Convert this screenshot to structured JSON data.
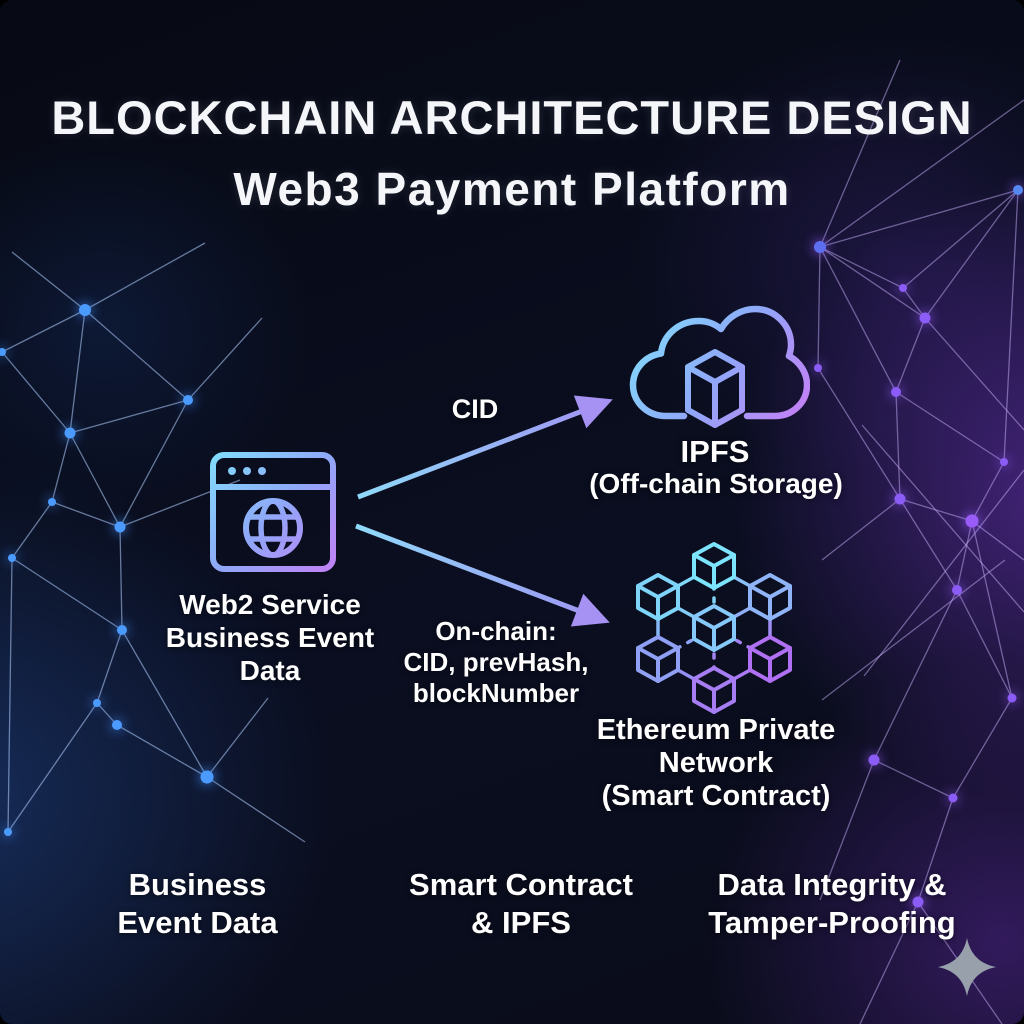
{
  "title": "BLOCKCHAIN ARCHITECTURE DESIGN",
  "subtitle": "Web3 Payment Platform",
  "flow": {
    "source": {
      "icon": "browser-globe-icon",
      "label_lines": [
        "Web2 Service",
        "Business Event",
        "Data"
      ]
    },
    "arrows": {
      "to_ipfs": {
        "label": "CID"
      },
      "to_ethereum": {
        "label_lines": [
          "On-chain:",
          "CID, prevHash,",
          "blockNumber"
        ]
      }
    },
    "ipfs": {
      "icon": "cloud-cube-icon",
      "title": "IPFS",
      "subtitle": "(Off-chain Storage)"
    },
    "ethereum": {
      "icon": "blockchain-network-icon",
      "label_lines": [
        "Ethereum Private",
        "Network",
        "(Smart Contract)"
      ]
    }
  },
  "footer": {
    "items": [
      {
        "lines": [
          "Business",
          "Event Data"
        ]
      },
      {
        "lines": [
          "Smart Contract",
          "& IPFS"
        ]
      },
      {
        "lines": [
          "Data Integrity &",
          "Tamper-Proofing"
        ]
      }
    ]
  },
  "colors": {
    "background": "#0a0d1a",
    "text": "#ffffff",
    "icon_gradient_start": "#7fe3fc",
    "icon_gradient_mid": "#8fa8f8",
    "icon_gradient_end": "#c87df6",
    "arrow_start": "#8fd9f9",
    "arrow_end": "#a18ff2",
    "arrowhead": "#a592f3",
    "network_blue_node": "#4b9bff",
    "network_purple_node": "#8b5cf6",
    "sparkle": "#98a0ac"
  },
  "decorations": {
    "left_network": "blue-constellation",
    "right_network": "purple-constellation",
    "sparkle_icon": "four-point-star"
  }
}
